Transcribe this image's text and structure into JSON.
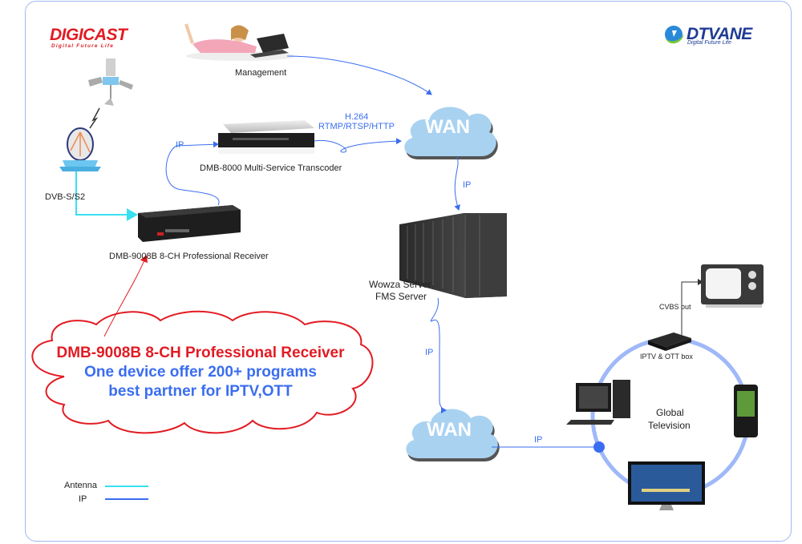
{
  "logos": {
    "left": {
      "brand": "DIGICAST",
      "tagline": "Digital Future Life"
    },
    "right": {
      "brand": "DTVANE",
      "tagline": "Digital Future Life"
    }
  },
  "nodes": {
    "management": "Management",
    "satellite_input": "DVB-S/S2",
    "receiver": "DMB-9008B 8-CH Professional Receiver",
    "transcoder": "DMB-8000 Multi-Service Transcoder",
    "wan_top": "WAN",
    "wan_bottom": "WAN",
    "server_line1": "Wowza Server",
    "server_line2": "FMS Server",
    "global_tv_line1": "Global",
    "global_tv_line2": "Television",
    "ott_box": "IPTV & OTT box",
    "cvbs": "CVBS out"
  },
  "links": {
    "receiver_to_transcoder": "IP",
    "protocol_line1": "H.264",
    "protocol_line2": "RTMP/RTSP/HTTP",
    "wan_to_server": "IP",
    "server_to_wan": "IP",
    "wan_to_clients": "IP"
  },
  "callout": {
    "line1": "DMB-9008B 8-CH Professional Receiver",
    "line2": "One device offer 200+ programs",
    "line3": "best partner for IPTV,OTT"
  },
  "legend": [
    {
      "label": "Antenna",
      "color": "#38e0f0"
    },
    {
      "label": "IP",
      "color": "#3a6df0"
    }
  ],
  "colors": {
    "antenna": "#38e0f0",
    "ip": "#3a6df0",
    "accent_red": "#e21b23",
    "cloud": "#a9d2f0",
    "ring": "#9fb8f8"
  }
}
